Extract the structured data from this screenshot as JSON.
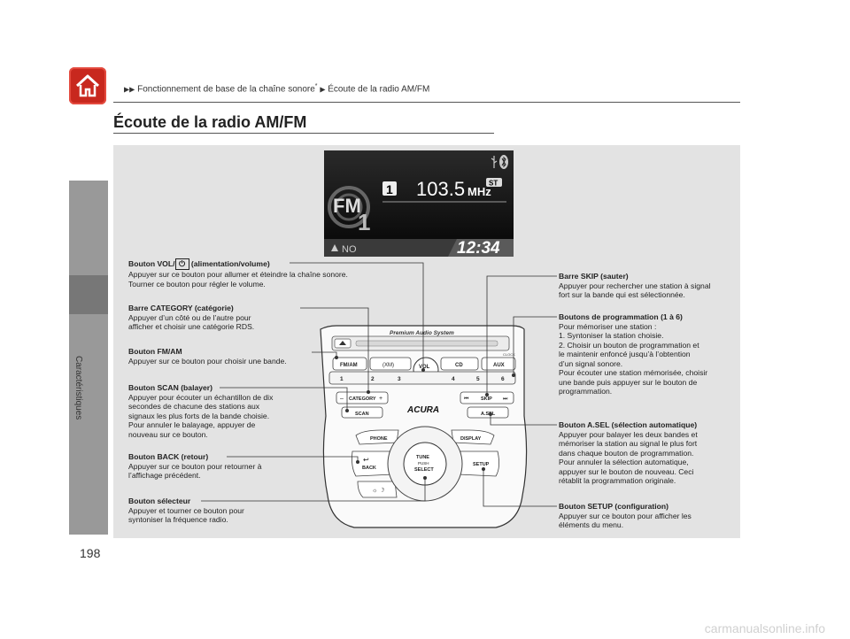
{
  "breadcrumb": {
    "part1": "Fonctionnement de base de la chaîne sonore",
    "star": "*",
    "part2": "Écoute de la radio AM/FM"
  },
  "sidebar": {
    "label": "Caractéristiques"
  },
  "page": {
    "number": "198",
    "title": "Écoute de la radio AM/FM"
  },
  "display": {
    "band": "FM",
    "band_num": "1",
    "preset": "1",
    "frequency": "103.5",
    "unit": "MHz",
    "stereo": "ST",
    "rds": "NO",
    "clock": "12:34"
  },
  "unit_labels": {
    "brand": "Premium Audio System",
    "fmam": "FM/AM",
    "xm": "(XM)",
    "vol": "VOL",
    "cd": "CD",
    "aux": "AUX",
    "presets": [
      "1",
      "2",
      "3",
      "4",
      "5",
      "6"
    ],
    "category": "CATEGORY",
    "scan": "SCAN",
    "skip": "SKIP",
    "asel": "A.SEL",
    "logo": "ACURA",
    "phone": "PHONE",
    "display": "DISPLAY",
    "back": "BACK",
    "tune": "TUNE",
    "push": "PUSH",
    "select": "SELECT",
    "setup": "SETUP",
    "clock_btn": "CLOCK"
  },
  "callouts": {
    "vol": {
      "title_pre": "Bouton VOL/",
      "title_post": " (alimentation/volume)",
      "body": "Appuyer sur ce bouton pour allumer et éteindre la chaîne sonore.\nTourner ce bouton pour régler le volume."
    },
    "category": {
      "title": "Barre CATEGORY (catégorie)",
      "body": "Appuyer d’un côté ou de l’autre pour\nafficher et choisir une catégorie RDS."
    },
    "fmam": {
      "title": "Bouton FM/AM",
      "body": "Appuyer sur ce bouton pour choisir une bande."
    },
    "scan": {
      "title": "Bouton SCAN (balayer)",
      "body": "Appuyer pour écouter un échantillon de dix\nsecondes de chacune des stations aux\nsignaux les plus forts de la bande choisie.\nPour annuler le balayage, appuyer de\nnouveau sur ce bouton."
    },
    "back": {
      "title": "Bouton BACK (retour)",
      "body": "Appuyer sur ce bouton pour retourner à\nl’affichage précédent."
    },
    "selector": {
      "title": "Bouton sélecteur",
      "body": "Appuyer et tourner ce bouton pour\nsyntoniser la fréquence radio."
    },
    "skip": {
      "title": "Barre SKIP (sauter)",
      "body": "Appuyer pour rechercher une station à signal\nfort sur la bande qui est sélectionnée."
    },
    "presets": {
      "title": "Boutons de programmation (1 à 6)",
      "body": "Pour mémoriser une station :",
      "step1": "1.  Syntoniser la station choisie.",
      "step2": "2.   Choisir un bouton de programmation et\n      le maintenir enfoncé jusqu’à l’obtention\n      d’un signal sonore.",
      "body2": "Pour écouter une station mémorisée, choisir\nune bande puis appuyer sur le bouton de\nprogrammation."
    },
    "asel": {
      "title": "Bouton A.SEL (sélection automatique)",
      "body": "Appuyer pour balayer les deux bandes et\nmémoriser la station au signal le plus fort\ndans chaque bouton de programmation.\nPour annuler la sélection automatique,\nappuyer sur le bouton de nouveau. Ceci\nrétablit la programmation originale."
    },
    "setup": {
      "title": "Bouton SETUP (configuration)",
      "body": "Appuyer sur ce bouton pour afficher les\néléments du menu."
    }
  },
  "watermark": "carmanualsonline.info"
}
